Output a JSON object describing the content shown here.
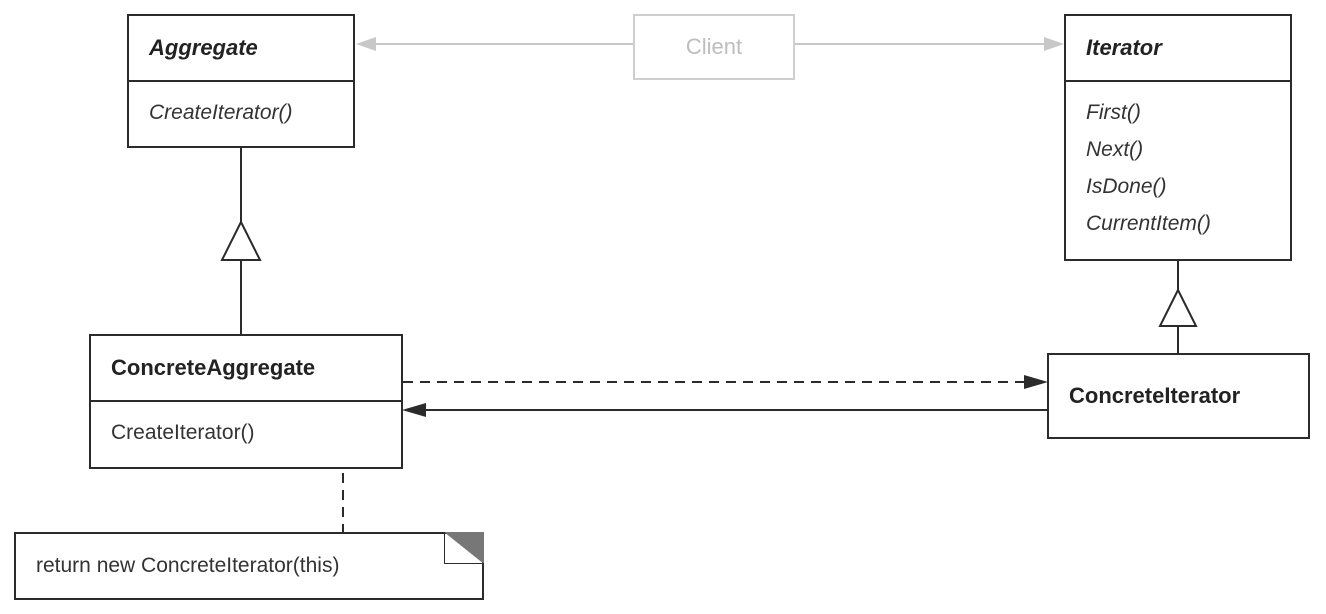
{
  "diagram": {
    "client": {
      "label": "Client"
    },
    "aggregate": {
      "name": "Aggregate",
      "operations": [
        "CreateIterator()"
      ]
    },
    "iterator": {
      "name": "Iterator",
      "operations": [
        "First()",
        "Next()",
        "IsDone()",
        "CurrentItem()"
      ]
    },
    "concrete_aggregate": {
      "name": "ConcreteAggregate",
      "operations": [
        "CreateIterator()"
      ]
    },
    "concrete_iterator": {
      "name": "ConcreteIterator"
    },
    "note": {
      "text": "return new ConcreteIterator(this)"
    },
    "colors": {
      "line": "#2b2b2b",
      "client_line": "#c8c8c8",
      "client_text": "#bdbdbd",
      "note_corner": "#777777"
    }
  }
}
